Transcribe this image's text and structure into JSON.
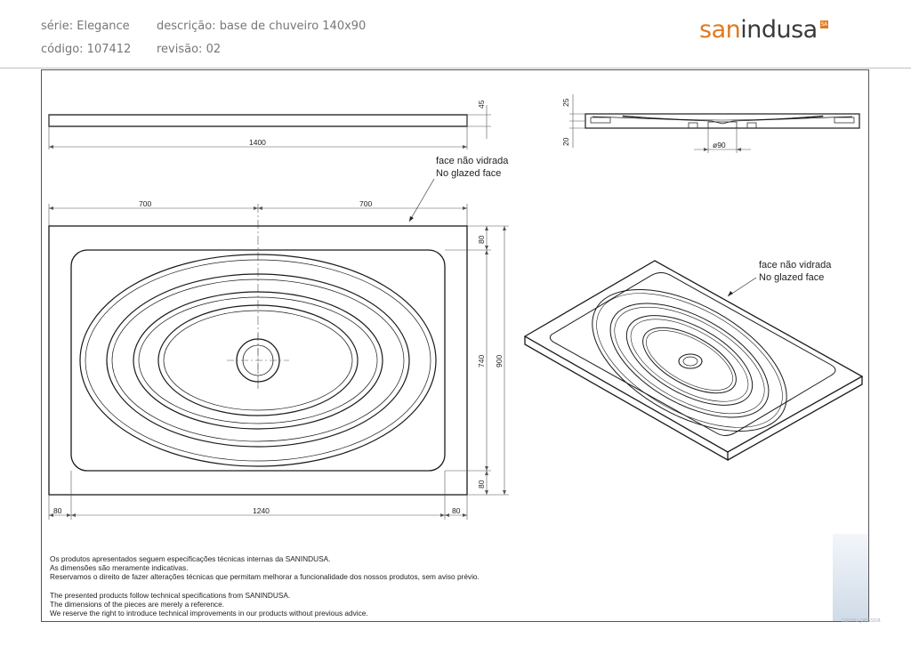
{
  "header": {
    "serie": "série: Elegance",
    "codigo": "código: 107412",
    "descricao": "descrição: base de chuveiro 140x90",
    "revisao": "revisão: 02"
  },
  "logo": {
    "part_orange": "san",
    "part_dark": "indusa",
    "badge": "SA"
  },
  "dimensions": {
    "top_width": "1400",
    "top_thickness": "45",
    "half_left": "700",
    "half_right": "700",
    "margin_top": "80",
    "margin_bottom": "80",
    "margin_left": "80",
    "margin_right": "80",
    "inner_height": "740",
    "total_height": "900",
    "inner_width": "1240",
    "section_top": "25",
    "section_bottom": "20",
    "drain_diameter": "ø90"
  },
  "annotations": {
    "face_pt_1": "face não vidrada",
    "face_en_1": "No glazed face",
    "face_pt_2": "face não vidrada",
    "face_en_2": "No glazed face"
  },
  "notes": {
    "pt": [
      "Os produtos apresentados seguem especificações técnicas internas da SANINDUSA.",
      "As dimensões são meramente indicativas.",
      "Reservamos o direito de fazer alterações técnicas que permitam melhorar a funcionalidade dos nossos produtos, sem aviso prévio."
    ],
    "en": [
      "The presented products follow technical specifications from SANINDUSA.",
      "The dimensions of the pieces are merely a reference.",
      "We reserve the right to introduce technical improvements in our products without previous advice."
    ]
  },
  "watermark": "sannu pessoa",
  "colors": {
    "brand_orange": "#e07a1f",
    "line": "#1a1a1a",
    "dim": "#555555"
  }
}
